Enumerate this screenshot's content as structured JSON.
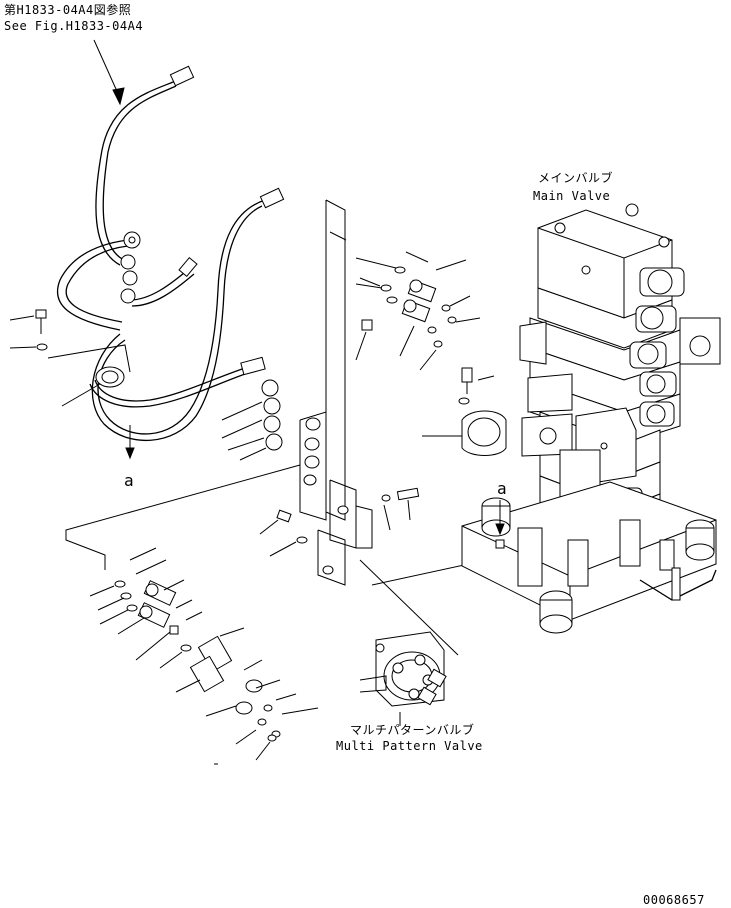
{
  "references": {
    "ref_ja": "第H1833-04A4図参照",
    "ref_en": "See Fig.H1833-04A4"
  },
  "labels": {
    "main_valve_ja": "メインバルブ",
    "main_valve_en": "Main Valve",
    "multi_valve_ja": "マルチパターンバルブ",
    "multi_valve_en": "Multi Pattern Valve",
    "mark_a_left": "a",
    "mark_a_right": "a"
  },
  "drawing_number": "00068657"
}
